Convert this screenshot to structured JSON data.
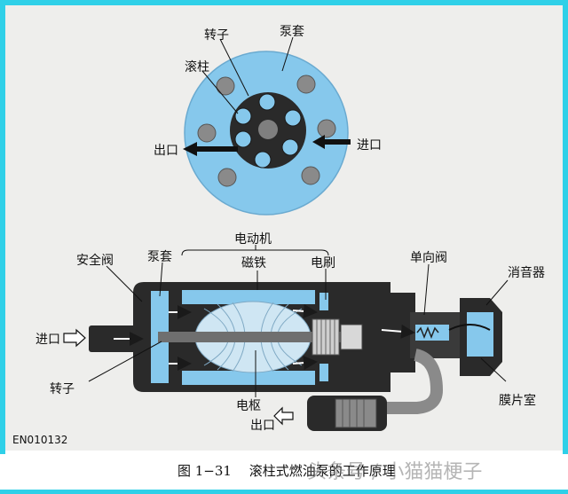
{
  "top_view": {
    "rotor": "转子",
    "pump_sleeve": "泵套",
    "roller": "滚柱",
    "outlet": "出口",
    "inlet": "进口"
  },
  "side_view": {
    "motor": "电动机",
    "safety_valve": "安全阀",
    "pump_sleeve": "泵套",
    "magnet": "磁铁",
    "brush": "电刷",
    "check_valve": "单向阀",
    "muffler": "消音器",
    "inlet": "进口",
    "rotor": "转子",
    "armature": "电枢",
    "outlet": "出口",
    "diaphragm_chamber": "膜片室"
  },
  "figure_code": "EN010132",
  "caption": "图 1−31　 滚柱式燃油泵的工作原理",
  "watermark": "头条号 / 小猫猫梗子",
  "colors": {
    "border": "#2fd0e8",
    "blue": "#86c8ec",
    "dark": "#2a2a2a"
  }
}
